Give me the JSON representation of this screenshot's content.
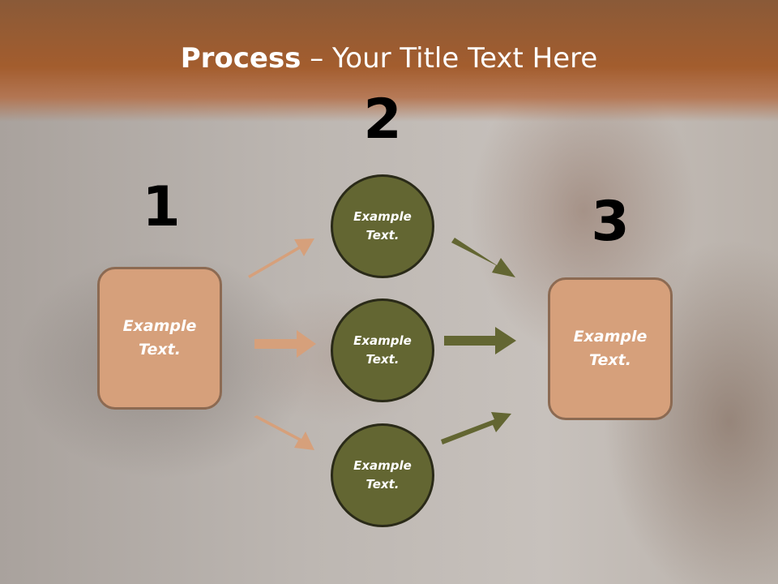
{
  "slide": {
    "title_bold": "Process",
    "title_rest": " – Your Title Text Here"
  },
  "steps": {
    "step1": "1",
    "step2": "2",
    "step3": "3"
  },
  "left_box": {
    "text_line1": "Example",
    "text_line2": "Text."
  },
  "right_box": {
    "text_line1": "Example",
    "text_line2": "Text."
  },
  "circles": [
    {
      "text_line1": "Example",
      "text_line2": "Text."
    },
    {
      "text_line1": "Example",
      "text_line2": "Text."
    },
    {
      "text_line1": "Example",
      "text_line2": "Text."
    }
  ],
  "colors": {
    "header": "#a35d2e",
    "box_fill": "#d6a07b",
    "circle_fill": "#636632",
    "arrow_left": "#d6a07b",
    "arrow_right": "#636632"
  }
}
